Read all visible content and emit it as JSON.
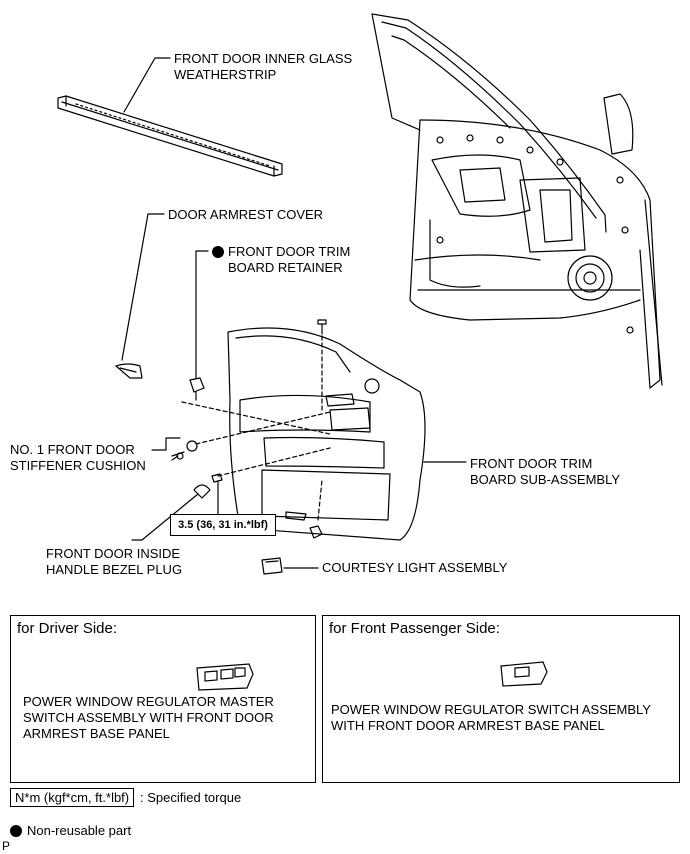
{
  "labels": {
    "inner_glass_weatherstrip": "FRONT DOOR INNER GLASS\nWEATHERSTRIP",
    "door_armrest_cover": "DOOR ARMREST COVER",
    "trim_board_retainer": "FRONT DOOR TRIM\nBOARD RETAINER",
    "stiffener_cushion": "NO. 1 FRONT DOOR\nSTIFFENER CUSHION",
    "trim_board_sub_assembly": "FRONT DOOR TRIM\nBOARD SUB-ASSEMBLY",
    "inside_handle_bezel_plug": "FRONT DOOR INSIDE\nHANDLE BEZEL PLUG",
    "courtesy_light_assembly": "COURTESY LIGHT ASSEMBLY"
  },
  "torque_value": "3.5 (36, 31 in.*lbf)",
  "driver_box": {
    "title": "for Driver Side:",
    "part_label": "POWER WINDOW REGULATOR MASTER\nSWITCH ASSEMBLY WITH FRONT DOOR\nARMREST BASE PANEL"
  },
  "passenger_box": {
    "title": "for Front Passenger Side:",
    "part_label": "POWER WINDOW REGULATOR SWITCH ASSEMBLY\nWITH FRONT DOOR ARMREST BASE PANEL"
  },
  "legend": {
    "torque_unit": "N*m (kgf*cm, ft.*lbf)",
    "torque_desc": ": Specified torque",
    "non_reusable": "Non-reusable part"
  },
  "corner_mark": "P",
  "icons": [
    "non-reusable-dot-icon"
  ]
}
